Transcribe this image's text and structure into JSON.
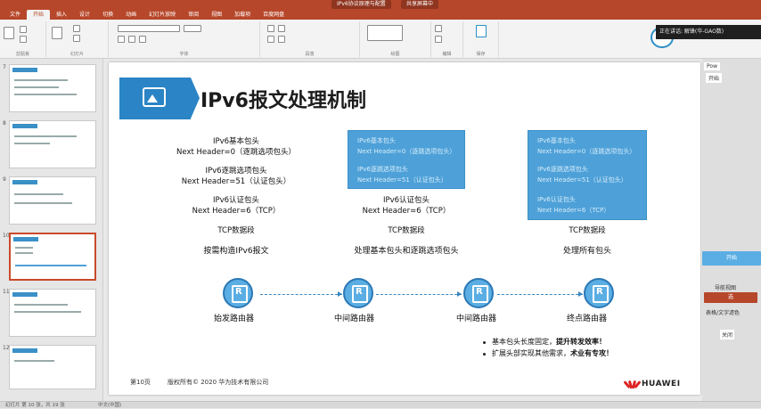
{
  "window": {
    "title": "IPv6协议原理与配置",
    "share_label": "共享屏幕中"
  },
  "ribbon": {
    "tabs": [
      "文件",
      "开始",
      "插入",
      "设计",
      "切换",
      "动画",
      "幻灯片放映",
      "审阅",
      "视图",
      "加载项",
      "百度网盘"
    ],
    "active_tab": "开始",
    "groups": [
      "剪贴板",
      "幻灯片",
      "字体",
      "段落",
      "绘图",
      "编辑",
      "保存"
    ],
    "notification": "正在讲话: 解锋(华-GAO数)"
  },
  "slides_panel": {
    "numbers": [
      "7",
      "8",
      "9",
      "10",
      "11",
      "12"
    ],
    "selected": "10"
  },
  "slide": {
    "title": "IPv6报文处理机制",
    "col1": {
      "l1": "IPv6基本包头",
      "l2": "Next Header=0（逐跳选项包头）",
      "l3": "IPv6逐跳选项包头",
      "l4": "Next Header=51（认证包头）",
      "l5": "IPv6认证包头",
      "l6": "Next Header=6（TCP）",
      "l7": "TCP数据段",
      "caption": "按需构造IPv6报文"
    },
    "col2": {
      "box": [
        "IPv6基本包头",
        "Next Header=0（逐跳选项包头）",
        "IPv6逐跳选项包头",
        "Next Header=51（认证包头）"
      ],
      "l5": "IPv6认证包头",
      "l6": "Next Header=6（TCP）",
      "l7": "TCP数据段",
      "caption": "处理基本包头和逐跳选项包头"
    },
    "col3": {
      "box": [
        "IPv6基本包头",
        "Next Header=0（逐跳选项包头）",
        "IPv6逐跳选项包头",
        "Next Header=51（认证包头）",
        "IPv6认证包头",
        "Next Header=6（TCP）"
      ],
      "l7": "TCP数据段",
      "caption": "处理所有包头"
    },
    "routers": [
      "始发路由器",
      "中间路由器",
      "中间路由器",
      "终点路由器"
    ],
    "bullets": [
      {
        "text": "基本包头长度固定，",
        "bold": "提升转发效率！"
      },
      {
        "text": "扩展头部实现其他需求，",
        "bold": "术业有专攻！"
      }
    ],
    "footer_page": "第10页",
    "footer_copyright": "版权所有© 2020 华为技术有限公司",
    "logo_text": "HUAWEI"
  },
  "right_panel": {
    "items": [
      "Pow",
      "开始",
      "开始",
      "导航视图",
      "选",
      "表格/文字滤色",
      "关闭"
    ]
  },
  "status": {
    "slide_info": "幻灯片 第 10 张，共 19 张",
    "lang": "中文(中国)"
  },
  "colors": {
    "accent": "#b7472a",
    "slide_blue": "#2a84c5",
    "box_blue": "#4ea1d8",
    "router": "#5aaee3"
  }
}
